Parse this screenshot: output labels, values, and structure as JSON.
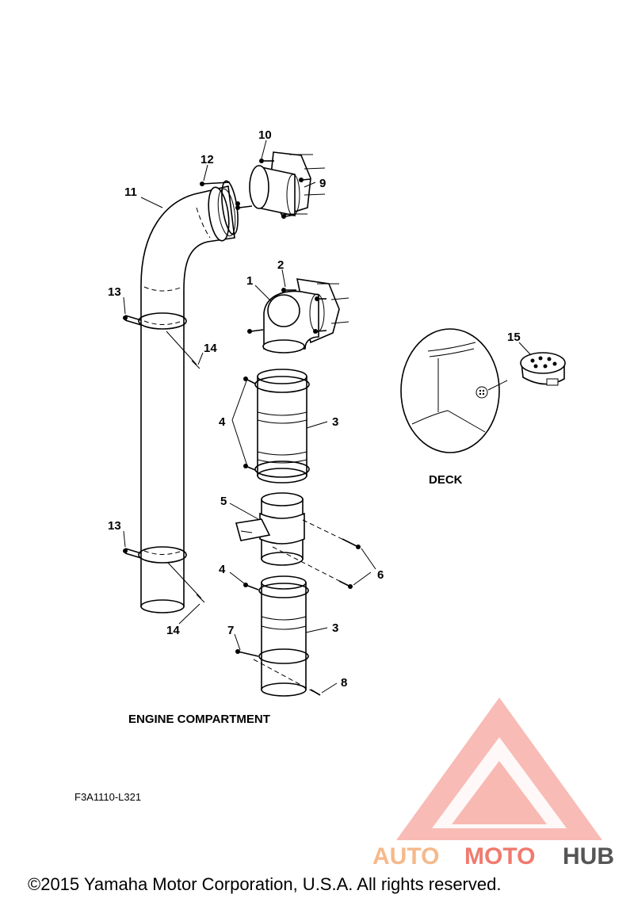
{
  "callouts": [
    "1",
    "2",
    "3",
    "4",
    "5",
    "6",
    "7",
    "8",
    "9",
    "10",
    "11",
    "12",
    "13",
    "14",
    "15"
  ],
  "captions": {
    "deck": "DECK",
    "engine_compartment": "ENGINE COMPARTMENT",
    "figure_code": "F3A1110-L321",
    "copyright": "©2015 Yamaha Motor Corporation, U.S.A. All rights reserved."
  },
  "watermark": {
    "part1": "AUTO",
    "part2": "MOTO",
    "part3": "HUB",
    "color_primary": "#f07a6e",
    "color_secondary": "#f6b98a",
    "color_text_dark": "#555555"
  }
}
